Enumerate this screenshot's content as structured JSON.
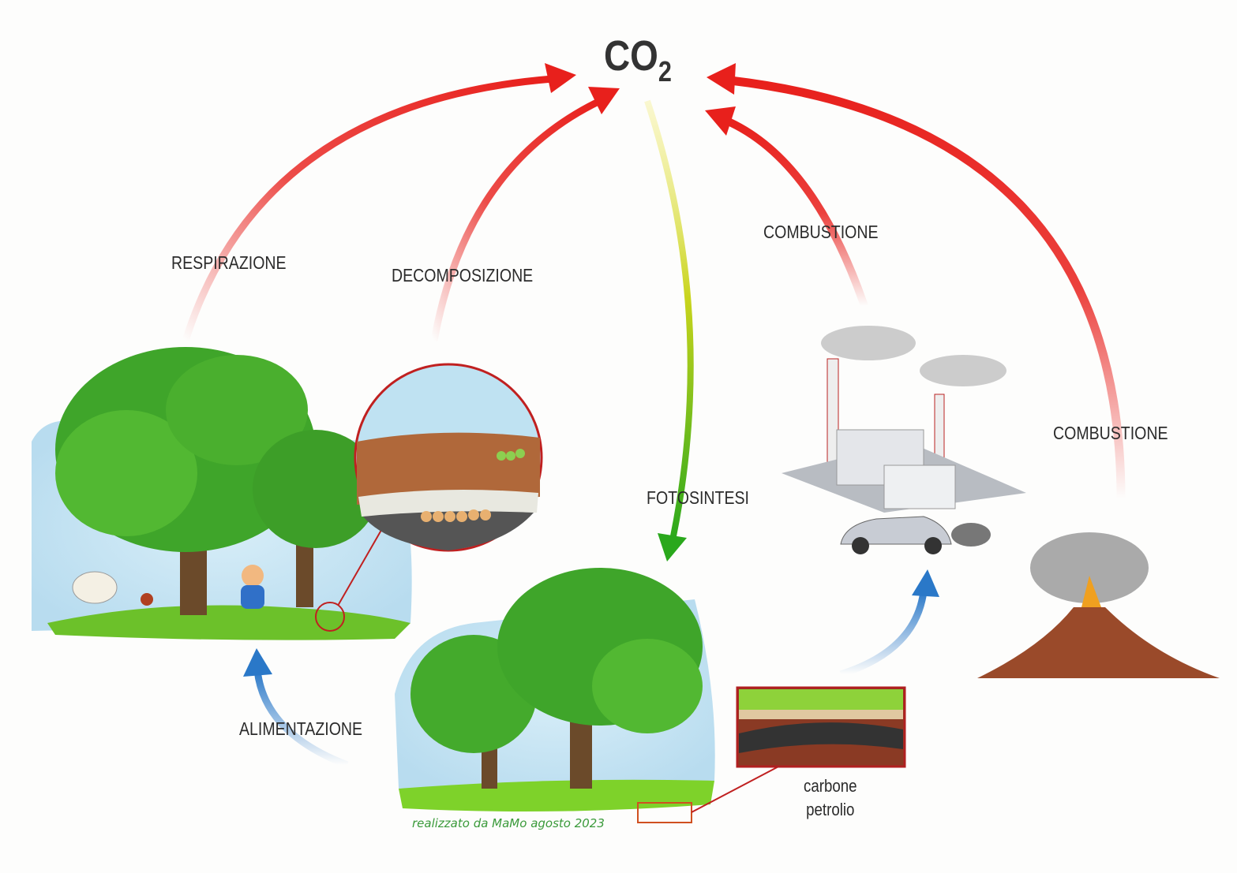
{
  "title": {
    "main": "CO",
    "subscript": "2"
  },
  "processes": {
    "respirazione": "RESPIRAZIONE",
    "decomposizione": "DECOMPOSIZIONE",
    "fotosintesi": "FOTOSINTESI",
    "combustione_factory": "COMBUSTIONE",
    "combustione_volcano": "COMBUSTIONE",
    "alimentazione": "ALIMENTAZIONE"
  },
  "fossil": {
    "line1": "carbone",
    "line2": "petrolio"
  },
  "credit": "realizzato da MaMo agosto 2023",
  "colors": {
    "red_arrow": "#e8201c",
    "green_arrow": "#3aaa1c",
    "blue_arrow": "#2a78c8"
  }
}
